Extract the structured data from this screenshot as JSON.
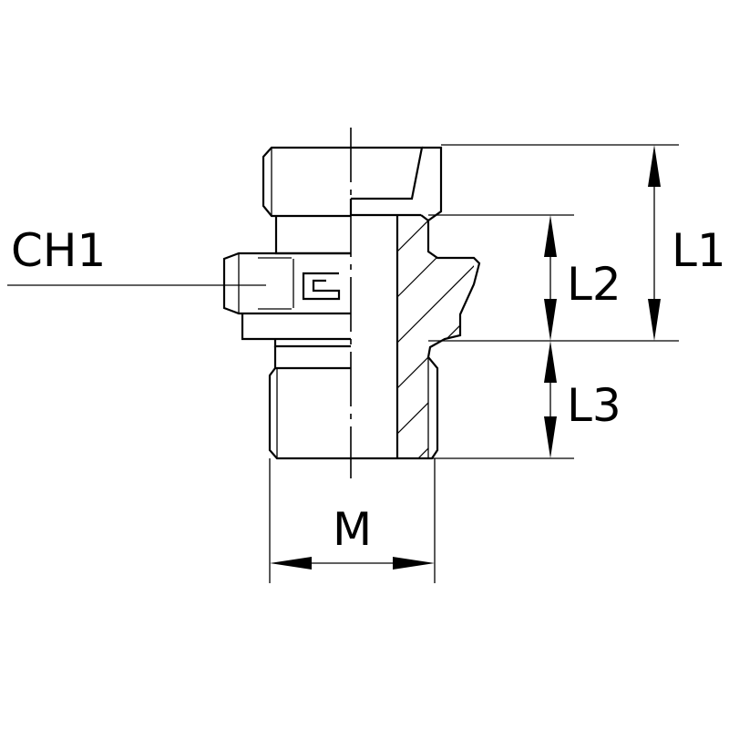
{
  "labels": {
    "ch1": "CH1",
    "l1": "L1",
    "l2": "L2",
    "l3": "L3",
    "m": "M"
  },
  "colors": {
    "line": "#000000",
    "background": "#ffffff"
  }
}
